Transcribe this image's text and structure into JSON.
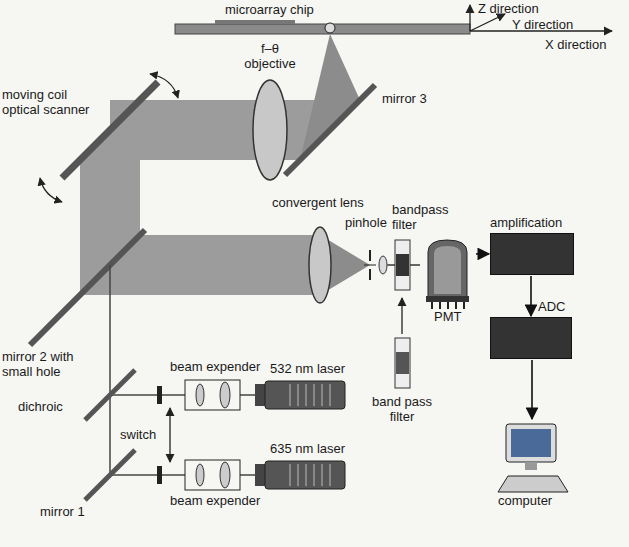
{
  "diagram": {
    "nodes": [
      {
        "text": [
          "PMT"
        ]
      },
      {
        "text": [
          "amplification"
        ]
      },
      {
        "text": [
          "ADC"
        ]
      },
      {
        "text": [
          "computer"
        ]
      }
    ],
    "edges": [
      {
        "from": 0,
        "to": 1,
        "arrow": "to"
      },
      {
        "from": 1,
        "to": 2,
        "arrow": "to"
      },
      {
        "from": 2,
        "to": 3,
        "arrow": "to"
      }
    ],
    "labels": [
      "Z direction",
      "Y direction",
      "X direction",
      "microarray chip",
      "f–θ objective",
      "moving coil optical scanner",
      "mirror 3",
      "bandpass filter",
      "convergent lens",
      "pinhole",
      "mirror 2 with small hole",
      "beam expender",
      "532 nm laser",
      "band pass filter",
      "dichroic",
      "switch",
      "635 nm laser",
      "mirror 1",
      "beam expender"
    ]
  }
}
